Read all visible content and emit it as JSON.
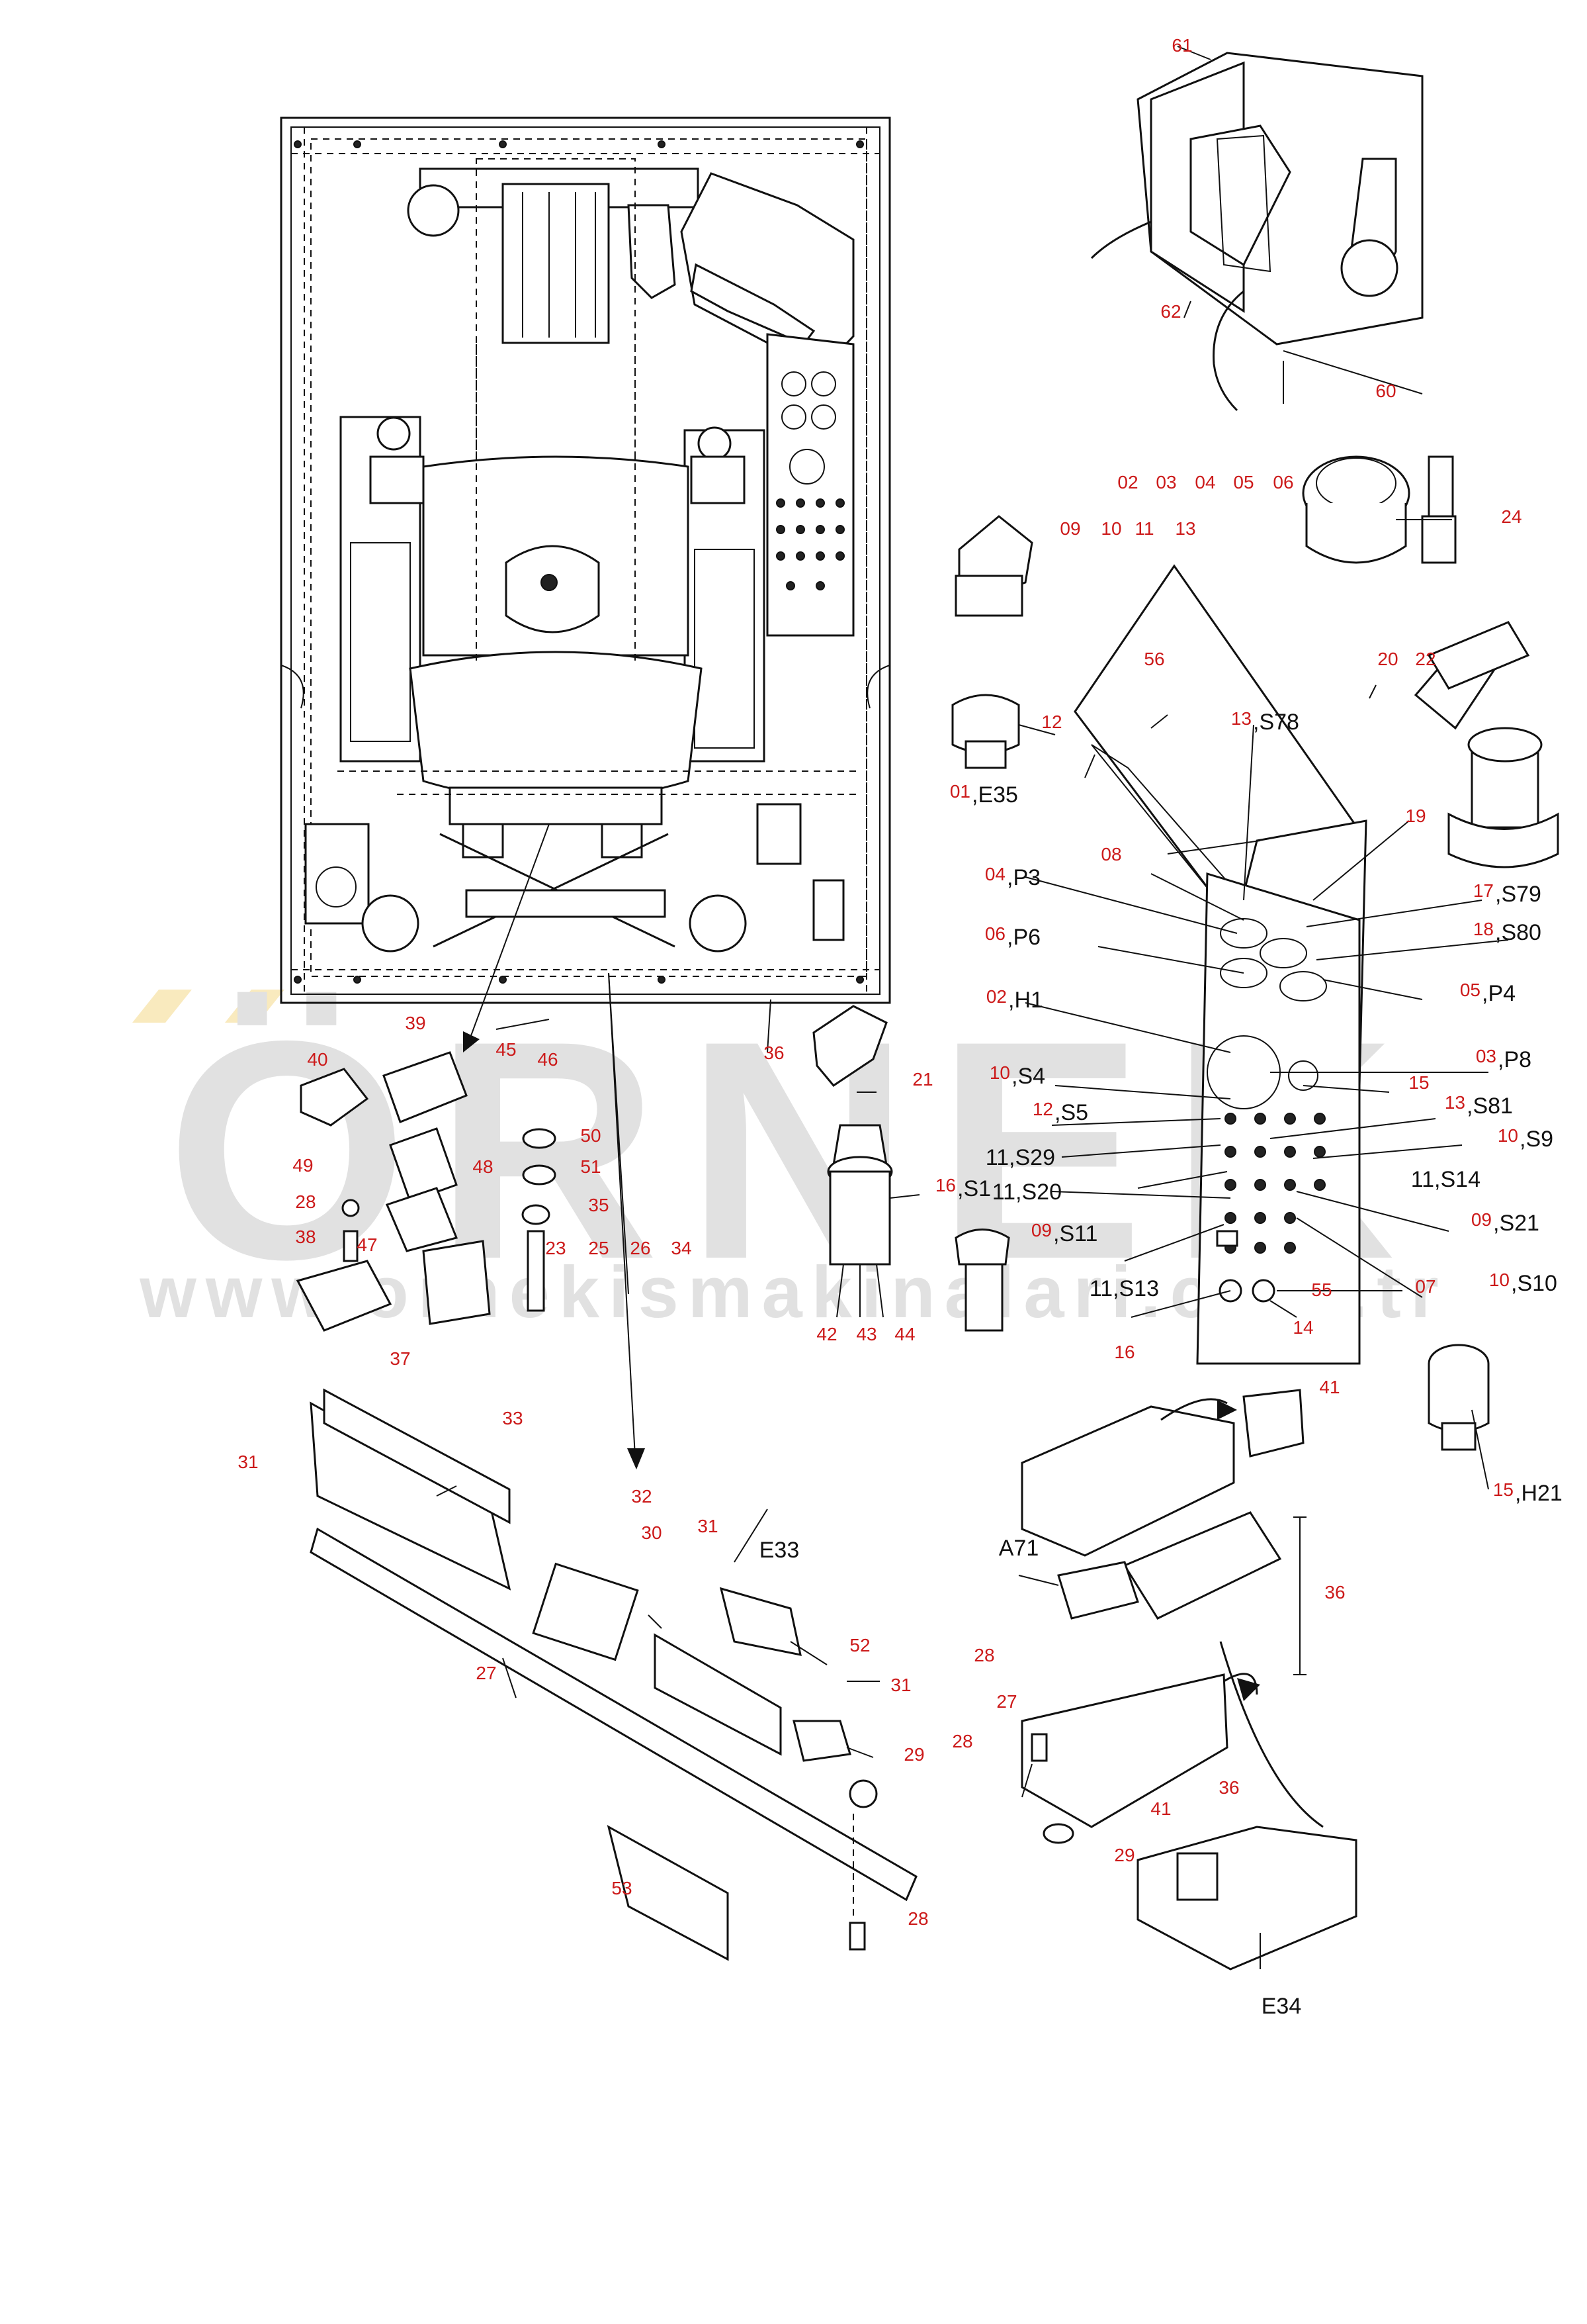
{
  "watermark": {
    "brand": "ÖRNEK",
    "url": "www.ornekismakinalari.com.tr",
    "colors": {
      "letters": "#c9c9c9",
      "accent": "#f5d98a"
    }
  },
  "colors": {
    "ref_number": "#cc1a1a",
    "designation": "#111111",
    "line": "#111111"
  },
  "callouts": [
    {
      "id": "c61",
      "text": "61",
      "style": "red"
    },
    {
      "id": "c62",
      "text": "62",
      "style": "red"
    },
    {
      "id": "c60",
      "text": "60",
      "style": "red"
    },
    {
      "id": "c02",
      "text": "02",
      "style": "red"
    },
    {
      "id": "c03",
      "text": "03",
      "style": "red"
    },
    {
      "id": "c04",
      "text": "04",
      "style": "red"
    },
    {
      "id": "c05",
      "text": "05",
      "style": "red"
    },
    {
      "id": "c06",
      "text": "06",
      "style": "red"
    },
    {
      "id": "c24",
      "text": "24",
      "style": "red"
    },
    {
      "id": "c09",
      "text": "09",
      "style": "red"
    },
    {
      "id": "c10",
      "text": "10",
      "style": "red"
    },
    {
      "id": "c11",
      "text": "11",
      "style": "red"
    },
    {
      "id": "c13",
      "text": "13",
      "style": "red"
    },
    {
      "id": "c56",
      "text": "56",
      "style": "red"
    },
    {
      "id": "c12",
      "text": "12",
      "style": "red"
    },
    {
      "id": "c20",
      "text": "20",
      "style": "red"
    },
    {
      "id": "c22",
      "text": "22",
      "style": "red"
    },
    {
      "id": "cS78n",
      "text": "13",
      "style": "red"
    },
    {
      "id": "cS78",
      "text": ",S78",
      "style": "blk"
    },
    {
      "id": "cE35n",
      "text": "01",
      "style": "red"
    },
    {
      "id": "cE35",
      "text": ",E35",
      "style": "blk"
    },
    {
      "id": "c19",
      "text": "19",
      "style": "red"
    },
    {
      "id": "c08",
      "text": "08",
      "style": "red"
    },
    {
      "id": "cP3n",
      "text": "04",
      "style": "red"
    },
    {
      "id": "cP3",
      "text": ",P3",
      "style": "blk"
    },
    {
      "id": "cS79n",
      "text": "17",
      "style": "red"
    },
    {
      "id": "cS79",
      "text": ",S79",
      "style": "blk"
    },
    {
      "id": "cP6n",
      "text": "06",
      "style": "red"
    },
    {
      "id": "cP6",
      "text": ",P6",
      "style": "blk"
    },
    {
      "id": "cS80n",
      "text": "18",
      "style": "red"
    },
    {
      "id": "cS80",
      "text": ",S80",
      "style": "blk"
    },
    {
      "id": "cP4n",
      "text": "05",
      "style": "red"
    },
    {
      "id": "cP4",
      "text": ",P4",
      "style": "blk"
    },
    {
      "id": "cH1n",
      "text": "02",
      "style": "red"
    },
    {
      "id": "cH1",
      "text": ",H1",
      "style": "blk"
    },
    {
      "id": "cP8n",
      "text": "03",
      "style": "red"
    },
    {
      "id": "cP8",
      "text": ",P8",
      "style": "blk"
    },
    {
      "id": "c36a",
      "text": "36",
      "style": "red"
    },
    {
      "id": "c21",
      "text": "21",
      "style": "red"
    },
    {
      "id": "cS4n",
      "text": "10",
      "style": "red"
    },
    {
      "id": "cS4",
      "text": ",S4",
      "style": "blk"
    },
    {
      "id": "c15a",
      "text": "15",
      "style": "red"
    },
    {
      "id": "cS5n",
      "text": "12",
      "style": "red"
    },
    {
      "id": "cS5",
      "text": ",S5",
      "style": "blk"
    },
    {
      "id": "cS81n",
      "text": "13",
      "style": "red"
    },
    {
      "id": "cS81",
      "text": ",S81",
      "style": "blk"
    },
    {
      "id": "cS29",
      "text": "11,S29",
      "style": "blk"
    },
    {
      "id": "cS9n",
      "text": "10",
      "style": "red"
    },
    {
      "id": "cS9",
      "text": ",S9",
      "style": "blk"
    },
    {
      "id": "cS1n",
      "text": "16",
      "style": "red"
    },
    {
      "id": "cS1",
      "text": ",S1",
      "style": "blk"
    },
    {
      "id": "cS20",
      "text": "11,S20",
      "style": "blk"
    },
    {
      "id": "cS14",
      "text": "11,S14",
      "style": "blk"
    },
    {
      "id": "cS11n",
      "text": "09",
      "style": "red"
    },
    {
      "id": "cS11",
      "text": ",S11",
      "style": "blk"
    },
    {
      "id": "cS21n",
      "text": "09",
      "style": "red"
    },
    {
      "id": "cS21",
      "text": ",S21",
      "style": "blk"
    },
    {
      "id": "cS13",
      "text": "11,S13",
      "style": "blk"
    },
    {
      "id": "c07",
      "text": "07",
      "style": "red"
    },
    {
      "id": "cS10n",
      "text": "10",
      "style": "red"
    },
    {
      "id": "cS10",
      "text": ",S10",
      "style": "blk"
    },
    {
      "id": "c55",
      "text": "55",
      "style": "red"
    },
    {
      "id": "c14",
      "text": "14",
      "style": "red"
    },
    {
      "id": "c16b",
      "text": "16",
      "style": "red"
    },
    {
      "id": "c42",
      "text": "42",
      "style": "red"
    },
    {
      "id": "c43",
      "text": "43",
      "style": "red"
    },
    {
      "id": "c44",
      "text": "44",
      "style": "red"
    },
    {
      "id": "c39",
      "text": "39",
      "style": "red"
    },
    {
      "id": "c40",
      "text": "40",
      "style": "red"
    },
    {
      "id": "c45",
      "text": "45",
      "style": "red"
    },
    {
      "id": "c46",
      "text": "46",
      "style": "red"
    },
    {
      "id": "c49",
      "text": "49",
      "style": "red"
    },
    {
      "id": "c28a",
      "text": "28",
      "style": "red"
    },
    {
      "id": "c38",
      "text": "38",
      "style": "red"
    },
    {
      "id": "c48",
      "text": "48",
      "style": "red"
    },
    {
      "id": "c47",
      "text": "47",
      "style": "red"
    },
    {
      "id": "c50",
      "text": "50",
      "style": "red"
    },
    {
      "id": "c51",
      "text": "51",
      "style": "red"
    },
    {
      "id": "c35",
      "text": "35",
      "style": "red"
    },
    {
      "id": "c23",
      "text": "23",
      "style": "red"
    },
    {
      "id": "c25",
      "text": "25",
      "style": "red"
    },
    {
      "id": "c26",
      "text": "26",
      "style": "red"
    },
    {
      "id": "c34",
      "text": "34",
      "style": "red"
    },
    {
      "id": "c37",
      "text": "37",
      "style": "red"
    },
    {
      "id": "c41a",
      "text": "41",
      "style": "red"
    },
    {
      "id": "cH21n",
      "text": "15",
      "style": "red"
    },
    {
      "id": "cH21",
      "text": ",H21",
      "style": "blk"
    },
    {
      "id": "c33",
      "text": "33",
      "style": "red"
    },
    {
      "id": "c31a",
      "text": "31",
      "style": "red"
    },
    {
      "id": "c32",
      "text": "32",
      "style": "red"
    },
    {
      "id": "c30",
      "text": "30",
      "style": "red"
    },
    {
      "id": "c31b",
      "text": "31",
      "style": "red"
    },
    {
      "id": "cE33",
      "text": "E33",
      "style": "blk"
    },
    {
      "id": "cA71",
      "text": "A71",
      "style": "blk"
    },
    {
      "id": "c36b",
      "text": "36",
      "style": "red"
    },
    {
      "id": "c52",
      "text": "52",
      "style": "red"
    },
    {
      "id": "c27a",
      "text": "27",
      "style": "red"
    },
    {
      "id": "c31c",
      "text": "31",
      "style": "red"
    },
    {
      "id": "c28b",
      "text": "28",
      "style": "red"
    },
    {
      "id": "c27b",
      "text": "27",
      "style": "red"
    },
    {
      "id": "c28c",
      "text": "28",
      "style": "red"
    },
    {
      "id": "c29a",
      "text": "29",
      "style": "red"
    },
    {
      "id": "c41b",
      "text": "41",
      "style": "red"
    },
    {
      "id": "c36c",
      "text": "36",
      "style": "red"
    },
    {
      "id": "c29b",
      "text": "29",
      "style": "red"
    },
    {
      "id": "c53",
      "text": "53",
      "style": "red"
    },
    {
      "id": "c28d",
      "text": "28",
      "style": "red"
    },
    {
      "id": "cE34",
      "text": "E34",
      "style": "blk"
    }
  ]
}
